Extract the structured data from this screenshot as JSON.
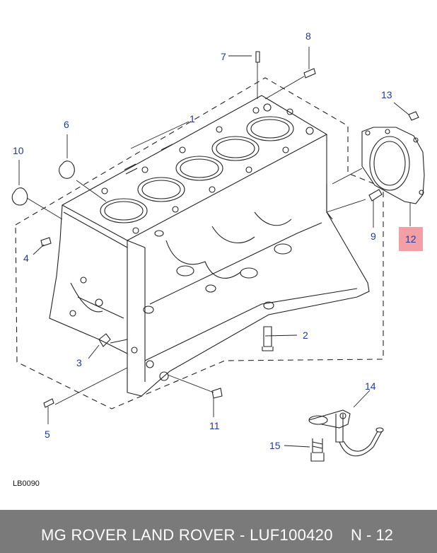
{
  "callouts": [
    {
      "id": "1",
      "text": "1"
    },
    {
      "id": "2",
      "text": "2"
    },
    {
      "id": "3",
      "text": "3"
    },
    {
      "id": "4",
      "text": "4"
    },
    {
      "id": "5",
      "text": "5"
    },
    {
      "id": "6",
      "text": "6"
    },
    {
      "id": "7",
      "text": "7"
    },
    {
      "id": "8",
      "text": "8"
    },
    {
      "id": "9",
      "text": "9"
    },
    {
      "id": "10",
      "text": "10"
    },
    {
      "id": "11",
      "text": "11"
    },
    {
      "id": "12",
      "text": "12",
      "highlighted": true
    },
    {
      "id": "13",
      "text": "13"
    },
    {
      "id": "14",
      "text": "14"
    },
    {
      "id": "15",
      "text": "15"
    }
  ],
  "figure_ref": "LB0090",
  "footer": {
    "title": "MG ROVER LAND ROVER - LUF100420",
    "page": "N - 12",
    "background": "#7a7a7a"
  },
  "colors": {
    "callout_text": "#1f3a9e",
    "highlight": "#f2a0a6",
    "line": "#222222"
  }
}
